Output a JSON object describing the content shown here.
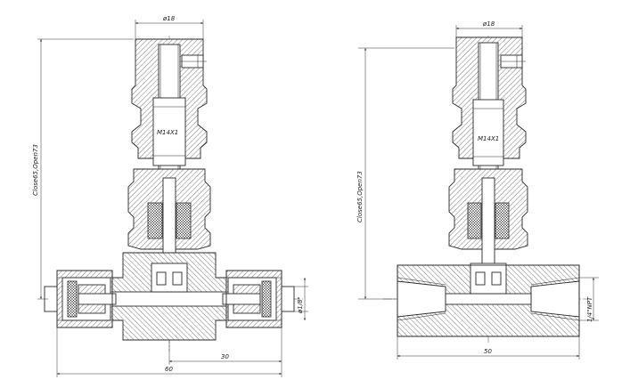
{
  "left_view": {
    "dim_top_diameter": "ø18",
    "dim_thread": "M14X1",
    "dim_height": "Close65,Open73",
    "dim_port": "ø1/8\"",
    "dim_half_length": "30",
    "dim_total_length": "60"
  },
  "right_view": {
    "dim_top_diameter": "ø18",
    "dim_thread": "M14X1",
    "dim_height": "Close65,Open73",
    "dim_port": "1/4\"NPT",
    "dim_total_length": "50"
  }
}
